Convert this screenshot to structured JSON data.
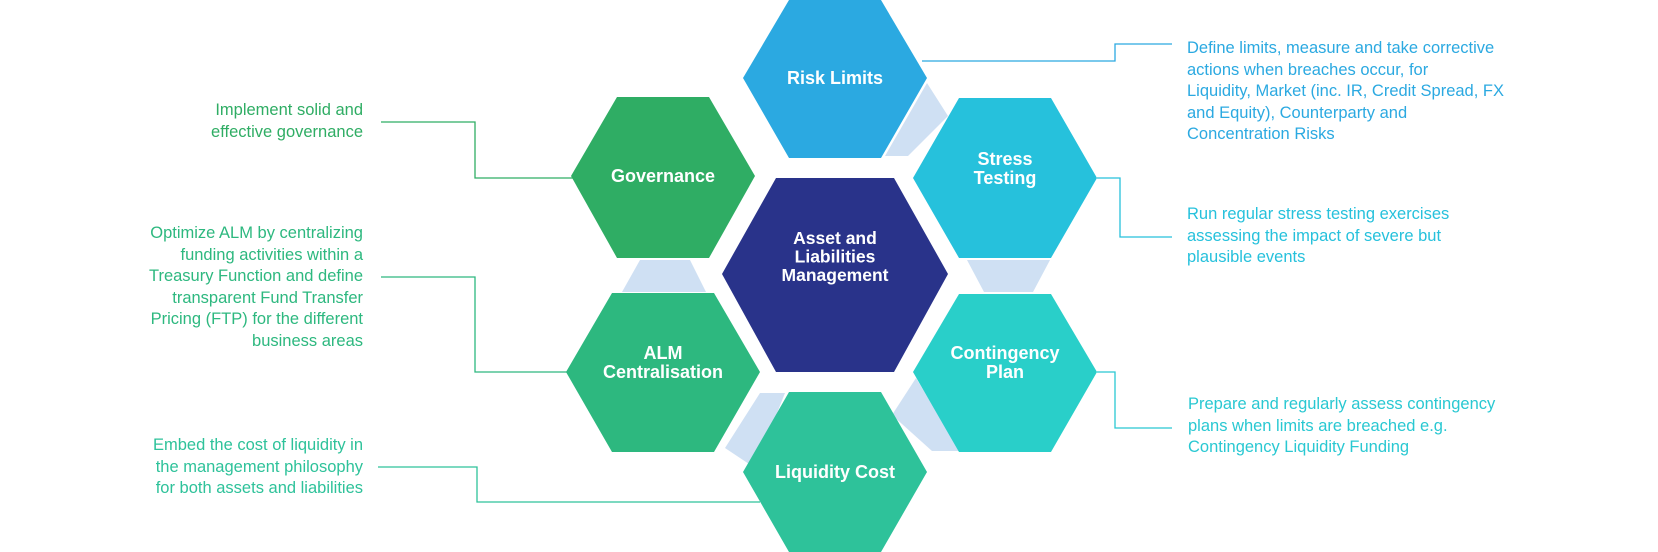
{
  "center": {
    "label_lines": [
      "Asset and",
      "Liabilities",
      "Management"
    ],
    "color": "#29338a"
  },
  "hexagons": {
    "risk_limits": {
      "label_lines": [
        "Risk Limits"
      ],
      "color": "#2ba9e1"
    },
    "stress_testing": {
      "label_lines": [
        "Stress",
        "Testing"
      ],
      "color": "#26c1dc"
    },
    "contingency_plan": {
      "label_lines": [
        "Contingency",
        "Plan"
      ],
      "color": "#29cfc9"
    },
    "liquidity_cost": {
      "label_lines": [
        "Liquidity Cost"
      ],
      "color": "#2ec29a"
    },
    "alm_centralisation": {
      "label_lines": [
        "ALM",
        "Centralisation"
      ],
      "color": "#2db87f"
    },
    "governance": {
      "label_lines": [
        "Governance"
      ],
      "color": "#2fad64"
    }
  },
  "descriptions": {
    "risk_limits": {
      "lines": [
        "Define limits, measure and take corrective",
        "actions when breaches occur, for",
        "Liquidity, Market (inc. IR, Credit Spread, FX",
        "and Equity), Counterparty and",
        "Concentration Risks"
      ],
      "color": "#2ba9e1"
    },
    "stress_testing": {
      "lines": [
        "Run regular stress testing exercises",
        "assessing the impact of severe but",
        "plausible events"
      ],
      "color": "#26c1dc"
    },
    "contingency_plan": {
      "lines": [
        "Prepare and regularly assess contingency",
        "plans when limits are breached e.g.",
        "Contingency Liquidity Funding"
      ],
      "color": "#29c8d2"
    },
    "governance": {
      "lines": [
        "Implement solid and",
        "effective governance"
      ],
      "color": "#2fad64"
    },
    "alm_centralisation": {
      "lines": [
        "Optimize ALM by centralizing",
        "funding activities within a",
        "Treasury Function and define",
        "transparent Fund Transfer",
        "Pricing (FTP) for the different",
        "business areas"
      ],
      "color": "#2db87f"
    },
    "liquidity_cost": {
      "lines": [
        "Embed the cost of liquidity in",
        "the management philosophy",
        "for both assets and liabilities"
      ],
      "color": "#2ec29a"
    }
  },
  "connector_color": "#cfe0f3"
}
